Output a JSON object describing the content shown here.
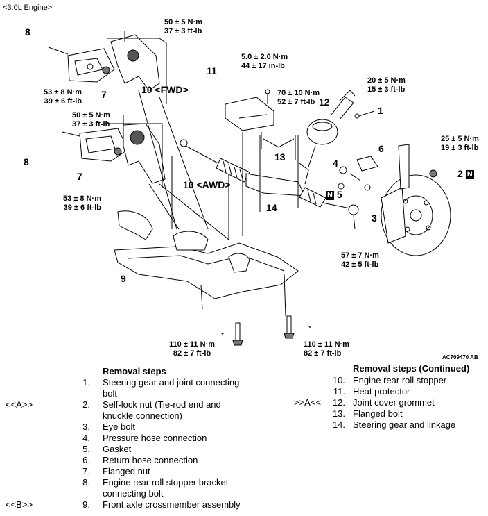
{
  "header": "<3.0L Engine>",
  "figure_id": "AC709470 AB",
  "callouts": {
    "n1": "1",
    "n2": "2",
    "n3": "3",
    "n4": "4",
    "n5": "5",
    "n6": "6",
    "n7a": "7",
    "n7b": "7",
    "n8a": "8",
    "n8b": "8",
    "n9": "9",
    "n10fwd": "10 <FWD>",
    "n10awd": "10 <AWD>",
    "n11": "11",
    "n12": "12",
    "n13": "13",
    "n14": "14",
    "nbox": "N"
  },
  "torques": {
    "t_top": [
      "50 ± 5 N·m",
      "37 ± 3 ft-lb"
    ],
    "t_fwd7": [
      "53 ± 8 N·m",
      "39 ± 6 ft-lb"
    ],
    "t_mid": [
      "50 ± 5 N·m",
      "37 ± 3 ft-lb"
    ],
    "t_awd7": [
      "53 ± 8 N·m",
      "39 ± 6 ft-lb"
    ],
    "t_heat": [
      "5.0 ± 2.0 N·m",
      "44 ± 17 in-lb"
    ],
    "t_13": [
      "70 ± 10 N·m",
      "52 ± 7 ft-lb"
    ],
    "t_1": [
      "20 ± 5 N·m",
      "15 ± 3 ft-lb"
    ],
    "t_2": [
      "25 ± 5 N·m",
      "19 ± 3 ft-lb"
    ],
    "t_3": [
      "57 ± 7 N·m",
      "42 ± 5 ft-lb"
    ],
    "t_bl": [
      "110 ± 11 N·m",
      "82 ± 7 ft-lb"
    ],
    "t_br": [
      "110 ± 11 N·m",
      "82 ± 7 ft-lb"
    ]
  },
  "star": "*",
  "removal_left": {
    "title": "Removal steps",
    "items": [
      {
        "mark": "",
        "num": "1.",
        "text": "Steering gear and joint connecting bolt"
      },
      {
        "mark": "<<A>>",
        "num": "2.",
        "text": "Self-lock nut (Tie-rod end and knuckle connection)"
      },
      {
        "mark": "",
        "num": "3.",
        "text": "Eye bolt"
      },
      {
        "mark": "",
        "num": "4.",
        "text": "Pressure hose connection"
      },
      {
        "mark": "",
        "num": "5.",
        "text": "Gasket"
      },
      {
        "mark": "",
        "num": "6.",
        "text": "Return hose connection"
      },
      {
        "mark": "",
        "num": "7.",
        "text": "Flanged nut"
      },
      {
        "mark": "",
        "num": "8.",
        "text": "Engine rear roll stopper bracket connecting bolt"
      },
      {
        "mark": "<<B>>",
        "num": "9.",
        "text": "Front axle crossmember assembly"
      }
    ]
  },
  "removal_right": {
    "title": "Removal steps (Continued)",
    "items": [
      {
        "mark": "",
        "num": "10.",
        "text": "Engine rear roll stopper"
      },
      {
        "mark": "",
        "num": "11.",
        "text": "Heat protector"
      },
      {
        "mark": ">>A<<",
        "num": "12.",
        "text": "Joint cover grommet"
      },
      {
        "mark": "",
        "num": "13.",
        "text": "Flanged bolt"
      },
      {
        "mark": "",
        "num": "14.",
        "text": "Steering gear and linkage"
      }
    ]
  }
}
